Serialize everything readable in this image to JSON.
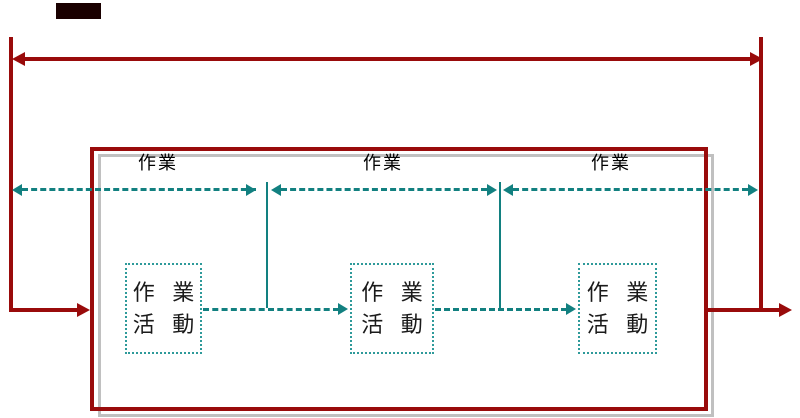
{
  "colors": {
    "arrow_red": "#990B0B",
    "timeline_teal": "#128080",
    "frame_shadow_gray": "#C0C0C0",
    "activity_box_border_teal": "#2E9A9A",
    "text_black": "#000000",
    "title_block_fill": "#1A0000",
    "background": "#FFFFFF"
  },
  "segment_labels": [
    "作業",
    "作業",
    "作業"
  ],
  "activity_boxes": [
    {
      "label": "作業活動",
      "line1": "作 業",
      "line2": "活 動"
    },
    {
      "label": "作業活動",
      "line1": "作 業",
      "line2": "活 動"
    },
    {
      "label": "作業活動",
      "line1": "作 業",
      "line2": "活 動"
    }
  ],
  "structure": {
    "lead_time_dimension_arrow": "double-headed red arrow across top",
    "stagnation_timeline": "teal dashed double-headed arrows in three segments",
    "flow": "input arrow -> activity boxes -> output arrow",
    "factory_frame": "red rectangle with gray shadow rectangle"
  }
}
